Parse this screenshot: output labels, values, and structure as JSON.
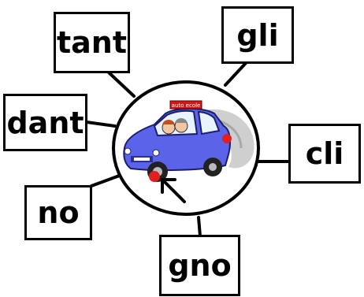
{
  "syllables": {
    "tant": "tant",
    "gli": "gli",
    "dant": "dant",
    "cli": "cli",
    "no": "no",
    "gno": "gno"
  },
  "car": {
    "roof_sign": "auto ecole"
  },
  "colors": {
    "car_body": "#5b63e8",
    "car_dark": "#2b2f9a",
    "smoke": "#c8c8c8",
    "red": "#e02020"
  }
}
